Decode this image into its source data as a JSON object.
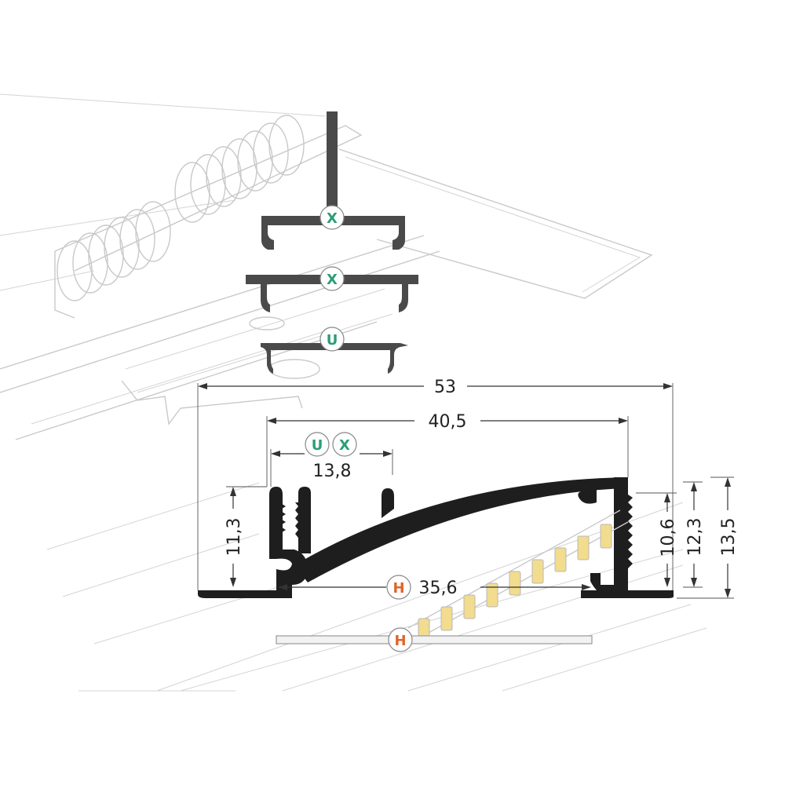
{
  "colors": {
    "profile": "#1e1e1e",
    "cover": "#4a4a4a",
    "badge_green": "#2a9d78",
    "badge_orange": "#e0652a",
    "led_chip": "#f2dc8e"
  },
  "badges": {
    "x": "X",
    "u": "U",
    "h": "H"
  },
  "dimensions": {
    "overall_width": "53",
    "inner_width": "40,5",
    "slot_width": "13,8",
    "strip_width": "35,6",
    "left_height": "11,3",
    "right_inner_height": "10,6",
    "right_mid_height": "12,3",
    "right_total_height": "13,5"
  }
}
